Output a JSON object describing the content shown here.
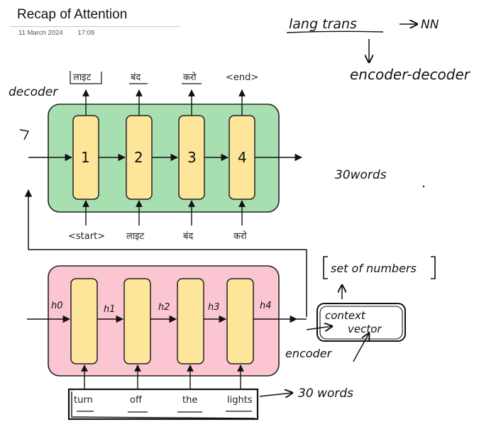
{
  "header": {
    "title": "Recap of Attention",
    "date": "11 March 2024",
    "time": "17:09"
  },
  "notes": {
    "lang_trans": "lang trans",
    "arrow_nn": "NN",
    "encoder_decoder": "encoder-decoder",
    "thirty_words_top": "30words",
    "decoder_label": "decoder",
    "encoder_label": "encoder",
    "thirty_words_bottom": "30 words",
    "set_of_numbers": "set of numbers",
    "context_vector_line1": "context",
    "context_vector_line2": "vector"
  },
  "decoder": {
    "cells": [
      "1",
      "2",
      "3",
      "4"
    ],
    "outputs": [
      "लाइट",
      "बंद",
      "करो",
      "<end>"
    ],
    "inputs": [
      "<start>",
      "लाइट",
      "बंद",
      "करो"
    ],
    "fill_color": "#a8dfb0",
    "cell_color": "#fde59a"
  },
  "encoder": {
    "hidden_states": [
      "h0",
      "h1",
      "h2",
      "h3",
      "h4"
    ],
    "inputs": [
      "turn",
      "off",
      "the",
      "lights"
    ],
    "fill_color": "#fbc6d1",
    "cell_color": "#fde59a"
  }
}
